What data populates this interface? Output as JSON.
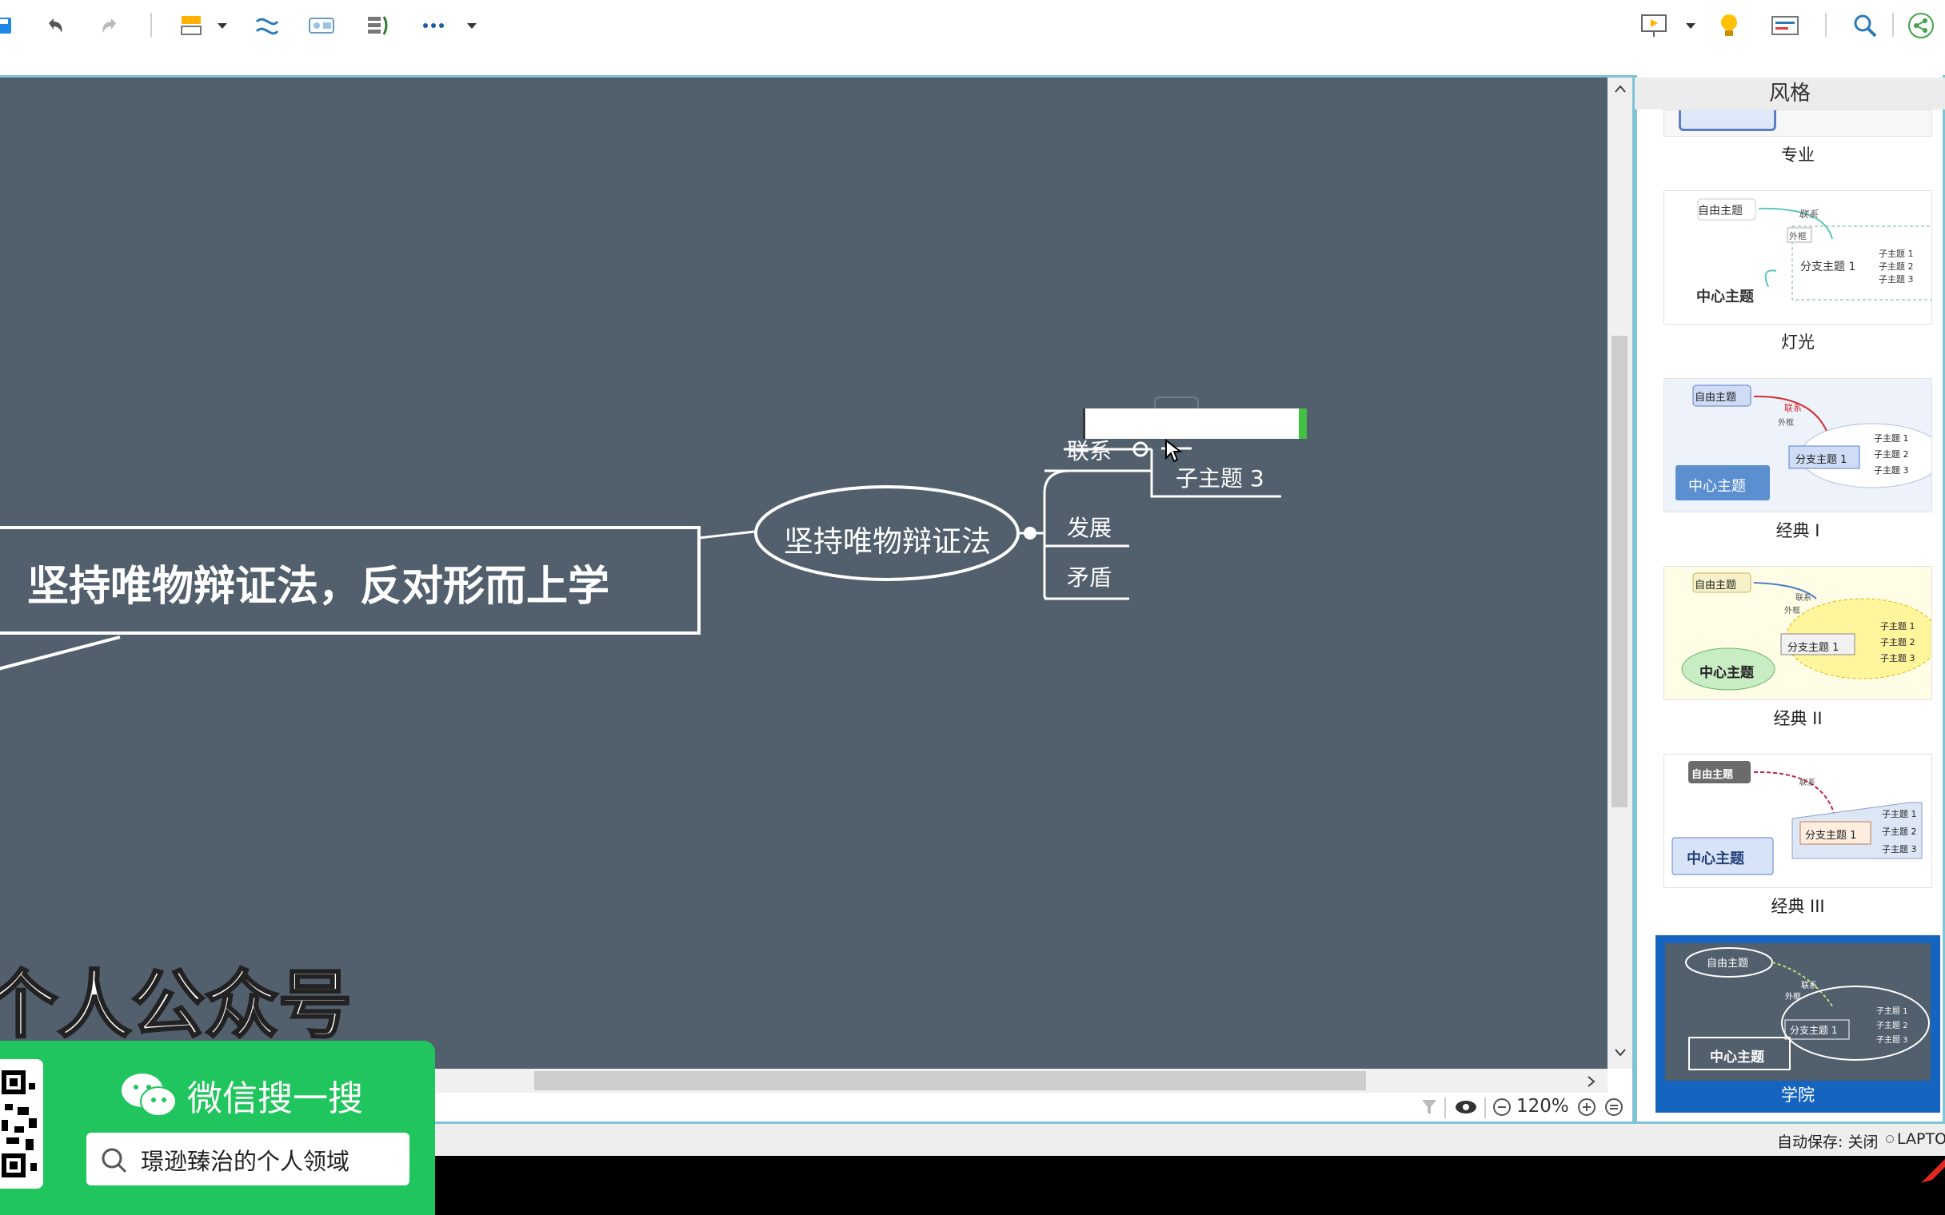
{
  "toolbar": {
    "left_icons": [
      "save-icon",
      "undo-icon",
      "redo-icon",
      "topic-insert-icon",
      "relationship-icon",
      "summary-icon",
      "boundary-icon",
      "more-icon"
    ],
    "right_icons": [
      "presentation-icon",
      "idea-icon",
      "format-icon",
      "search-icon",
      "share-icon"
    ]
  },
  "mindmap": {
    "main_topic": "坚持唯物辩证法，反对形而上学",
    "center_topic": "坚持唯物辩证法",
    "branches": [
      "联系",
      "发展",
      "矛盾"
    ],
    "subtopic": "子主题 3",
    "editing_value": ""
  },
  "zoom": {
    "value": "120%"
  },
  "panel": {
    "title": "风格",
    "styles": [
      {
        "label": "专业"
      },
      {
        "label": "灯光"
      },
      {
        "label": "经典 I"
      },
      {
        "label": "经典 II"
      },
      {
        "label": "经典 III"
      },
      {
        "label": "学院",
        "selected": true
      }
    ],
    "preview": {
      "free_topic": "自由主题",
      "relation": "联系",
      "outer": "外框",
      "branch": "分支主题 1",
      "sub1": "子主题 1",
      "sub2": "子主题 2",
      "sub3": "子主题 3",
      "central": "中心主题"
    }
  },
  "status": {
    "autosave": "自动保存: 关闭",
    "device": "LAPTO"
  },
  "promo": {
    "account_title": "个人公众号",
    "wechat_label": "微信搜一搜",
    "search_text": "璟逊臻治的个人领域"
  },
  "colors": {
    "canvas_bg": "#525f6d",
    "accent_border": "#7ec3d6",
    "selected_style": "#1565c0",
    "promo_green": "#21c55d"
  }
}
